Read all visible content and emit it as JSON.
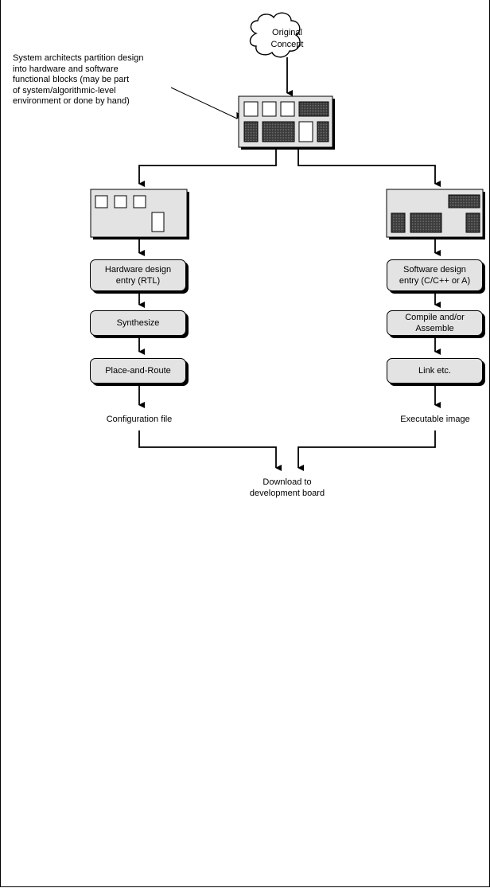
{
  "concept": {
    "line1": "Original",
    "line2": "Concept"
  },
  "note": {
    "lines": [
      "System architects partition design",
      "into hardware and software",
      "functional blocks (may be part",
      "of system/algorithmic-level",
      "environment or done by hand)"
    ]
  },
  "hardware": {
    "entry": {
      "line1": "Hardware design",
      "line2": "entry (RTL)"
    },
    "synthesize": "Synthesize",
    "place_route": "Place-and-Route",
    "output": "Configuration file"
  },
  "software": {
    "entry": {
      "line1": "Software design",
      "line2": "entry (C/C++ or A)"
    },
    "compile": {
      "line1": "Compile and/or",
      "line2": "Assemble"
    },
    "link": "Link etc.",
    "output": "Executable image"
  },
  "download": {
    "line1": "Download to",
    "line2": "development board"
  },
  "colors": {
    "panel": "#e3e3e3",
    "dark_block": "#3a3a3a",
    "light_block": "#ffffff",
    "line": "#000000"
  }
}
